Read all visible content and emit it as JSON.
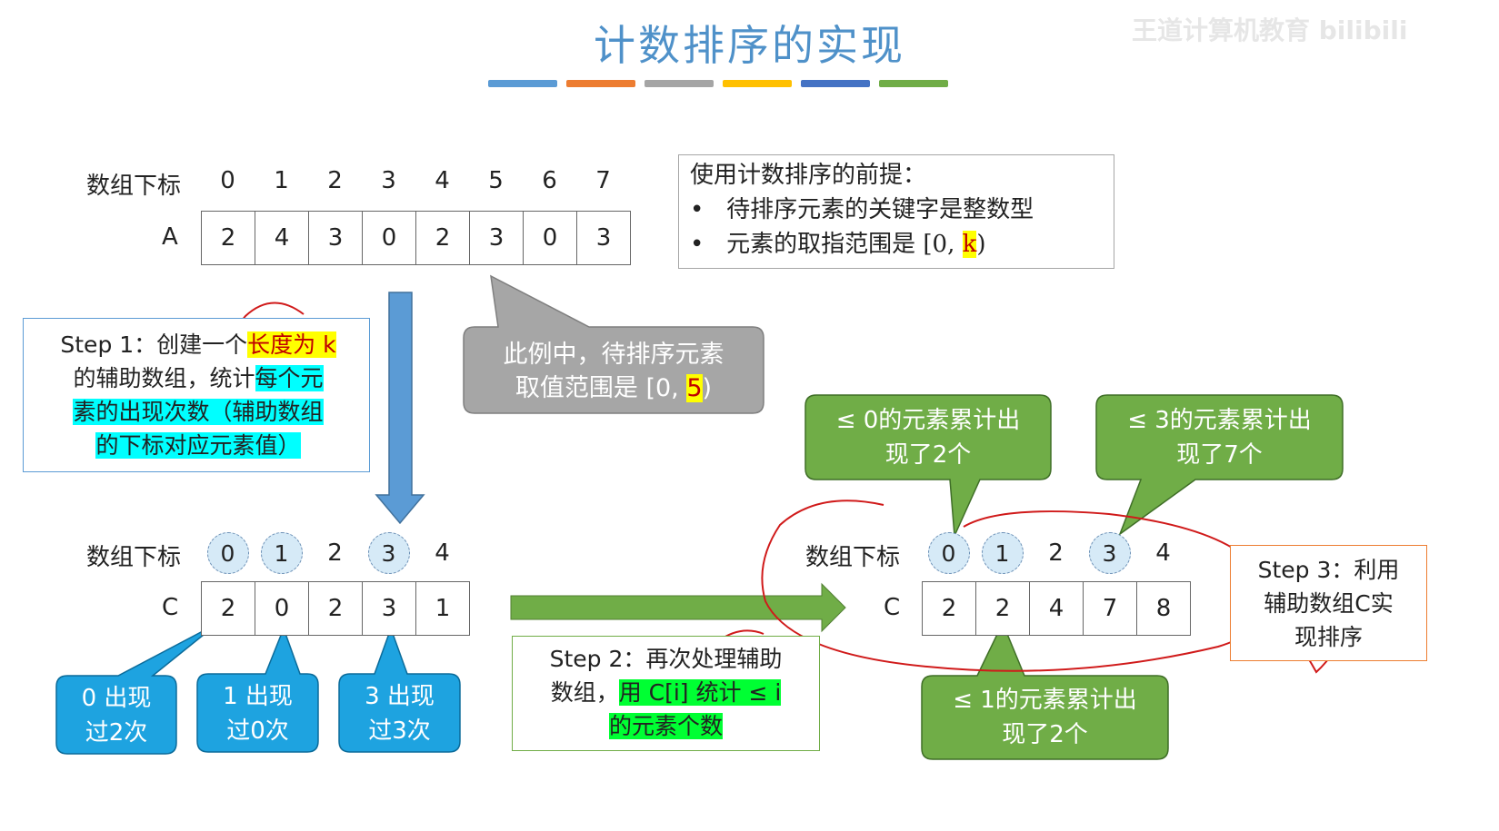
{
  "title": "计数排序的实现",
  "strip_colors": [
    "#5b9bd5",
    "#ed7d31",
    "#a5a5a5",
    "#ffc000",
    "#4472c4",
    "#70ad47"
  ],
  "watermark": "王道计算机教育 bilibili",
  "array_a": {
    "index_label": "数组下标",
    "name": "A",
    "indices": [
      "0",
      "1",
      "2",
      "3",
      "4",
      "5",
      "6",
      "7"
    ],
    "values": [
      "2",
      "4",
      "3",
      "0",
      "2",
      "3",
      "0",
      "3"
    ]
  },
  "premise": {
    "heading": "使用计数排序的前提：",
    "bullet1": "待排序元素的关键字是整数型",
    "bullet2_pre": "元素的取指范围是 [0, ",
    "bullet2_k": "k",
    "bullet2_post": ")"
  },
  "range_bubble": {
    "line1": "此例中，待排序元素",
    "line2_pre": "取值范围是 [0, ",
    "line2_num": "5",
    "line2_post": ")"
  },
  "step1": {
    "p1": "Step 1：创建一个",
    "p2": "长度为 k",
    "p3": "的辅助数组，统计",
    "p4": "每个元",
    "p5": "素的出现次数（辅助数组",
    "p6": "的下标对应元素值）"
  },
  "array_c1": {
    "index_label": "数组下标",
    "name": "C",
    "indices": [
      "0",
      "1",
      "2",
      "3",
      "4"
    ],
    "values": [
      "2",
      "0",
      "2",
      "3",
      "1"
    ]
  },
  "count_bubbles": [
    {
      "line1": "0 出现",
      "line2": "过2次"
    },
    {
      "line1": "1 出现",
      "line2": "过0次"
    },
    {
      "line1": "3 出现",
      "line2": "过3次"
    }
  ],
  "step2": {
    "p1": "Step 2：再次处理辅助",
    "p2": "数组，",
    "p3": "用 C[i] 统计 ≤ i",
    "p4": "的元素个数"
  },
  "array_c2": {
    "index_label": "数组下标",
    "name": "C",
    "indices": [
      "0",
      "1",
      "2",
      "3",
      "4"
    ],
    "values": [
      "2",
      "2",
      "4",
      "7",
      "8"
    ]
  },
  "cum_bubbles": [
    {
      "line1": "≤ 0的元素累计出",
      "line2": "现了2个"
    },
    {
      "line1": "≤ 3的元素累计出",
      "line2": "现了7个"
    },
    {
      "line1": "≤ 1的元素累计出",
      "line2": "现了2个"
    }
  ],
  "step3": {
    "line1": "Step 3：利用",
    "line2": "辅助数组C实",
    "line3": "现排序"
  }
}
